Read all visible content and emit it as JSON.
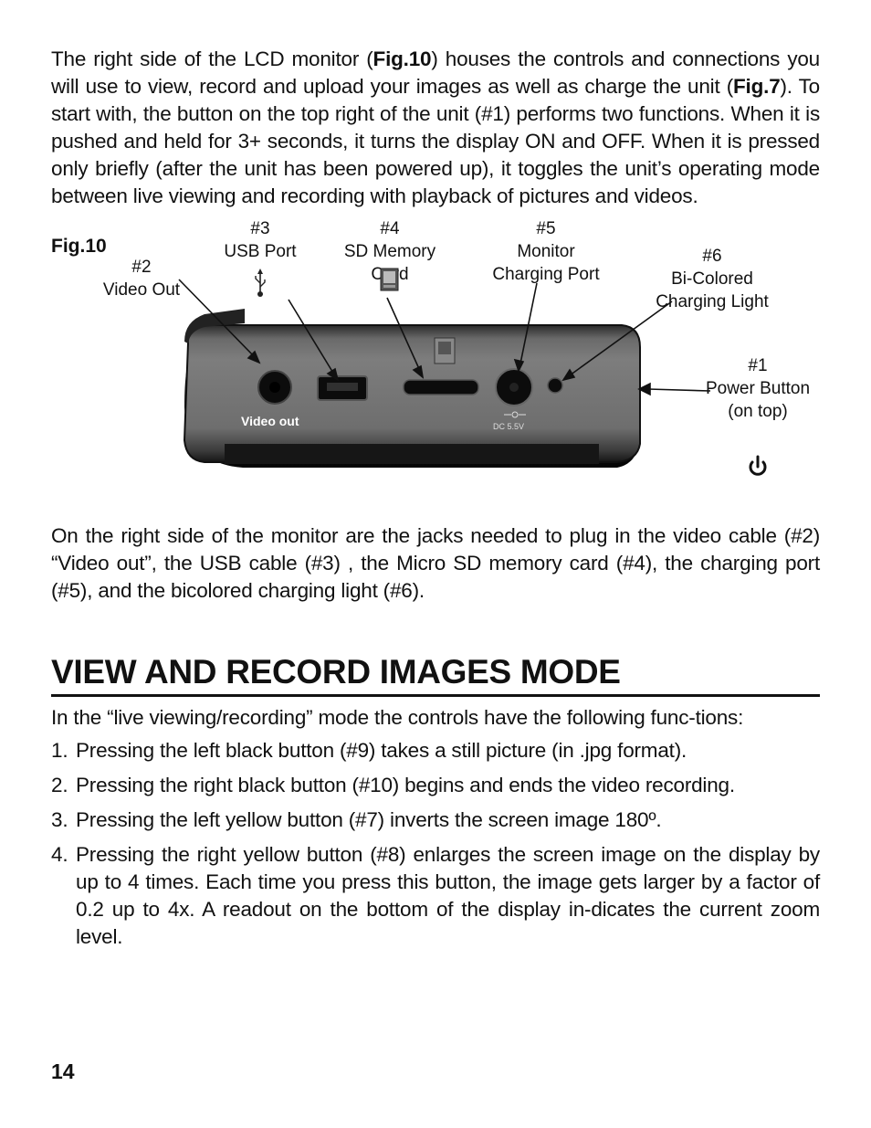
{
  "intro_paragraph": {
    "p1": "The right side of the LCD monitor (",
    "ref1": "Fig.10",
    "p2": ") houses the controls and connections you will use to view, record and upload your images as well as charge the unit (",
    "ref2": "Fig.7",
    "p3": "). To start with, the button on the top right of the unit (#1) performs two functions. When it is pushed and held for 3+ seconds, it turns the display ON and OFF. When it is pressed only briefly (after the unit has been powered up), it toggles the unit’s operating mode between live viewing and recording with playback of pictures and videos."
  },
  "figure": {
    "label": "Fig.10",
    "callouts": {
      "c2": {
        "num": "#2",
        "name": "Video Out"
      },
      "c3": {
        "num": "#3",
        "name": "USB Port"
      },
      "c4": {
        "num": "#4",
        "line1": "SD Memory",
        "line2": "Card"
      },
      "c5": {
        "num": "#5",
        "line1": "Monitor",
        "line2": "Charging Port"
      },
      "c6": {
        "num": "#6",
        "line1": "Bi-Colored",
        "line2": "Charging Light"
      },
      "c1": {
        "num": "#1",
        "line1": "Power Button",
        "line2": "(on top)"
      }
    },
    "device_text": {
      "video_out": "Video out",
      "dc": "DC 5.5V"
    },
    "icons": [
      "usb-icon",
      "sd-card-icon",
      "power-icon"
    ]
  },
  "body_paragraph": "On the right side of the monitor are the jacks needed to plug in the video cable (#2) “Video out”, the USB cable (#3) , the Micro SD memory card (#4), the charging port (#5), and the bicolored charging light (#6).",
  "section": {
    "heading": "VIEW AND RECORD IMAGES MODE",
    "intro": "In the “live viewing/recording” mode the controls have the following func-tions:",
    "items": [
      {
        "num": "1.",
        "text": "Pressing the left black button (#9) takes a still picture (in .jpg format)."
      },
      {
        "num": "2.",
        "text": "Pressing the right black button (#10) begins and ends the video recording."
      },
      {
        "num": "3.",
        "text": "Pressing the left yellow button (#7) inverts the screen image 180º."
      },
      {
        "num": "4.",
        "text": "Pressing the right yellow button (#8) enlarges the screen image on the display by up to 4 times. Each time you press this button, the image gets larger by a factor of 0.2 up to 4x. A readout on the bottom of the display in-dicates the current zoom level."
      }
    ]
  },
  "page_number": "14"
}
